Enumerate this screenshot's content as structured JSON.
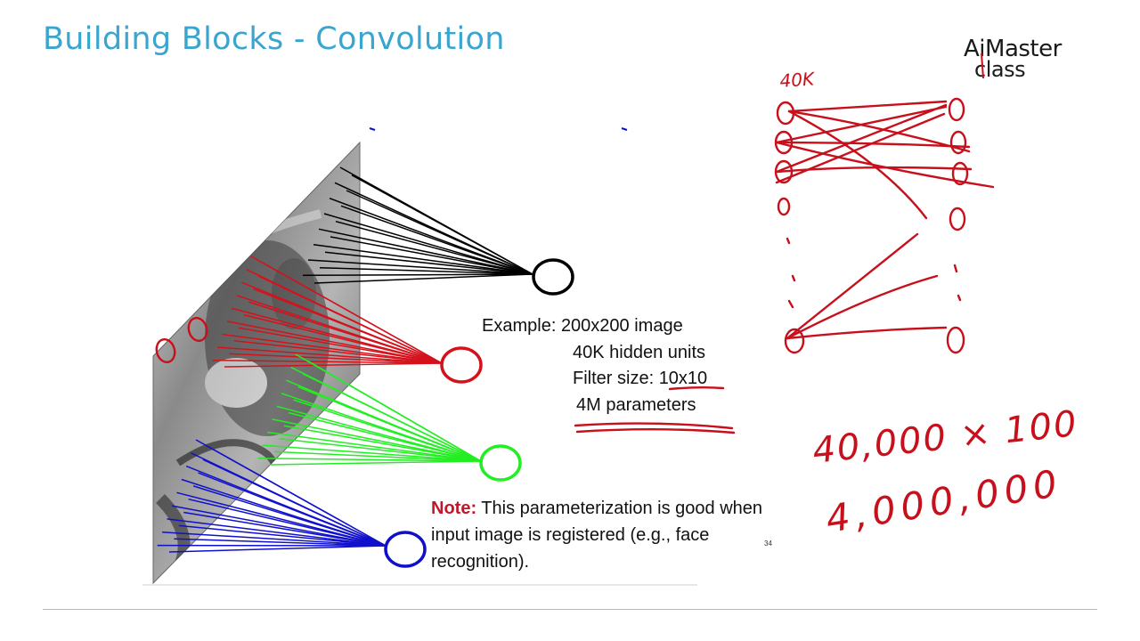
{
  "slide": {
    "title": "Building Blocks - Convolution",
    "page_number": "34"
  },
  "logo": {
    "line1": "AiMaster",
    "line2": "class"
  },
  "example": {
    "label": "Example:",
    "image": "200x200 image",
    "hidden_units": "40K hidden units",
    "filter_size_label": "Filter size:",
    "filter_size_value": "10x10",
    "parameters": "4M parameters"
  },
  "note": {
    "label": "Note:",
    "text": " This parameterization is good when input image is registered (e.g., face recognition)."
  },
  "handwriting": {
    "hidden_label": "40K",
    "equation": "40,000 × 100",
    "result": "4,000,000"
  },
  "colors": {
    "title": "#3aa6cf",
    "note_label": "#c0172a",
    "ink_red": "#c8101c",
    "unit_black": "#000000",
    "unit_red": "#d4121c",
    "unit_green": "#22ee22",
    "unit_blue": "#1010cc"
  },
  "icons": {
    "hidden_unit": "circle-node-icon",
    "input_image": "face-image-icon"
  }
}
